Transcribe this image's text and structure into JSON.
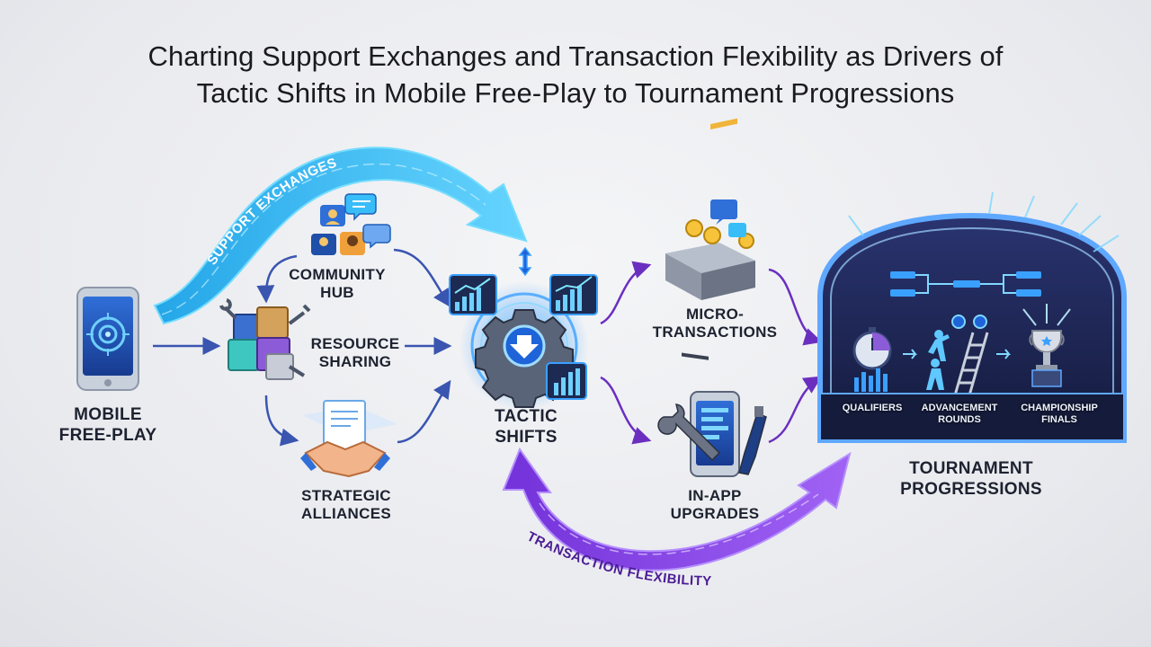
{
  "title": {
    "line1": "Charting Support Exchanges and Transaction Flexibility as Drivers of",
    "line2": "Tactic Shifts in Mobile Free-Play to Tournament Progressions"
  },
  "flows": {
    "support": "SUPPORT EXCHANGES",
    "transaction": "TRANSACTION FLEXIBILITY"
  },
  "nodes": {
    "mobile": {
      "line1": "MOBILE",
      "line2": "FREE-PLAY"
    },
    "community": {
      "line1": "COMMUNITY",
      "line2": "HUB"
    },
    "resource": {
      "line1": "RESOURCE",
      "line2": "SHARING"
    },
    "alliances": {
      "line1": "STRATEGIC",
      "line2": "ALLIANCES"
    },
    "tactic": {
      "line1": "TACTIC",
      "line2": "SHIFTS"
    },
    "micro": {
      "line1": "MICRO-",
      "line2": "TRANSACTIONS"
    },
    "upgrades": {
      "line1": "IN-APP",
      "line2": "UPGRADES"
    },
    "tournament": {
      "line1": "TOURNAMENT",
      "line2": "PROGRESSIONS"
    }
  },
  "stages": {
    "qualifiers": {
      "line1": "QUALIFIERS"
    },
    "advancement": {
      "line1": "ADVANCEMENT",
      "line2": "ROUNDS"
    },
    "championship": {
      "line1": "CHAMPIONSHIP",
      "line2": "FINALS"
    }
  },
  "icons": {
    "mobile": "smartphone-target-icon",
    "community": "people-chat-icon",
    "resource": "crates-tools-icon",
    "alliances": "handshake-document-icon",
    "tactic": "gear-charts-icon",
    "micro": "coin-register-icon",
    "upgrades": "phone-wrench-icon",
    "tournament": "arena-bracket-icon"
  },
  "colors": {
    "support_flow": "#38bdf8",
    "transaction_flow": "#7c3aed",
    "connector": "#3a55b0",
    "purple_connector": "#6b2fc0",
    "title_text": "#1b1b1f"
  }
}
